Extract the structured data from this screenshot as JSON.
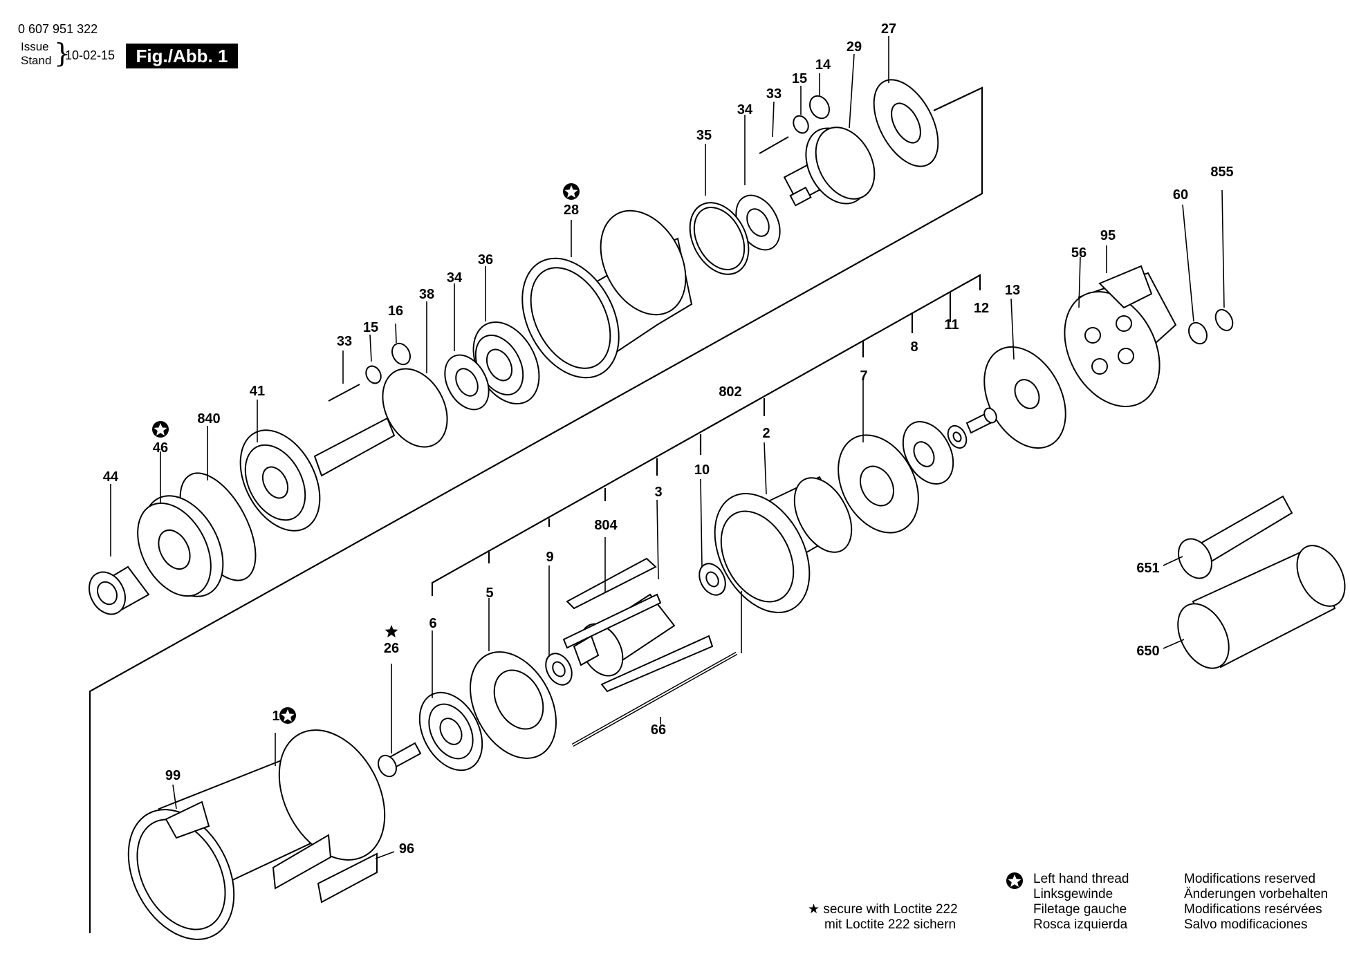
{
  "header": {
    "part_number": "0 607 951 322",
    "issue_line1": "Issue",
    "issue_line2": "Stand",
    "brace": "}",
    "date": "10-02-15",
    "figure_label": "Fig./Abb. 1"
  },
  "callouts": {
    "c27": "27",
    "c29": "29",
    "c14": "14",
    "c15a": "15",
    "c33a": "33",
    "c34a": "34",
    "c35": "35",
    "c28": "28",
    "c36": "36",
    "c34b": "34",
    "c38": "38",
    "c16": "16",
    "c15b": "15",
    "c33b": "33",
    "c41": "41",
    "c840": "840",
    "c46": "46",
    "c44": "44",
    "c855": "855",
    "c60": "60",
    "c95": "95",
    "c56": "56",
    "c13": "13",
    "c12": "12",
    "c11": "11",
    "c8": "8",
    "c7": "7",
    "c802": "802",
    "c2": "2",
    "c10": "10",
    "c3": "3",
    "c804": "804",
    "c9": "9",
    "c5": "5",
    "c6": "6",
    "c26": "26",
    "c1": "1",
    "c99": "99",
    "c96": "96",
    "c66": "66",
    "c651": "651",
    "c650": "650"
  },
  "legend": {
    "loctite_en": "secure with Loctite 222",
    "loctite_de": "mit Loctite 222 sichern",
    "lh_en": "Left hand thread",
    "lh_de": "Linksgewinde",
    "lh_fr": "Filetage gauche",
    "lh_es": "Rosca izquierda",
    "mod_en": "Modifications reserved",
    "mod_de": "Änderungen vorbehalten",
    "mod_fr": "Modifications resérvées",
    "mod_es": "Salvo modificaciones"
  },
  "icons": {
    "left_hand_thread": "star-in-circle-icon",
    "loctite": "solid-star-icon"
  }
}
